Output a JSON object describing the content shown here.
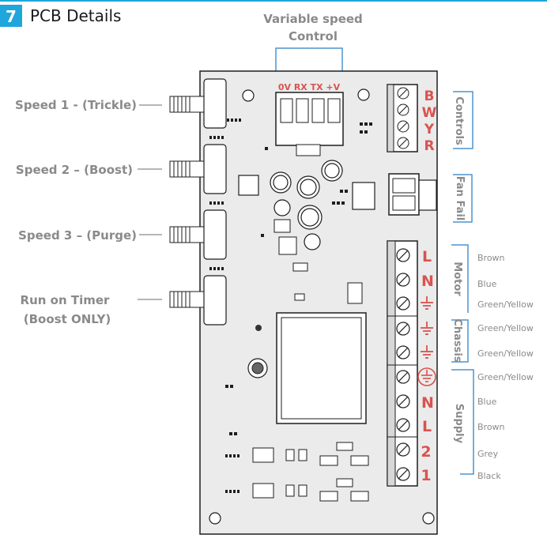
{
  "header": {
    "section_number": "7",
    "title": "PCB Details",
    "accent": "#1fa6dc"
  },
  "colors": {
    "label_grey": "#8a8a8a",
    "terminal_red": "#d9534f",
    "bracket_blue": "#4d94cf",
    "board_fill": "#ebebeb",
    "outline": "#1e1e1e"
  },
  "variable_speed": {
    "line1": "Variable speed",
    "line2": "Control",
    "pins": "0V RX TX +V"
  },
  "speed_controls": [
    {
      "label": "Speed 1 - (Trickle)"
    },
    {
      "label": "Speed 2 – (Boost)"
    },
    {
      "label": "Speed 3 – (Purge)"
    },
    {
      "label": "Run on Timer",
      "label2": "(Boost ONLY)"
    }
  ],
  "controls_terminals": [
    "B",
    "W",
    "Y",
    "R"
  ],
  "groups": {
    "controls": "Controls",
    "fan_fail": "Fan Fail",
    "motor": "Motor",
    "chassis": "Chassis",
    "supply": "Supply"
  },
  "main_terminals": [
    {
      "symbol": "L",
      "wire": "Brown"
    },
    {
      "symbol": "N",
      "wire": "Blue"
    },
    {
      "symbol": "earth",
      "wire": "Green/Yellow"
    },
    {
      "symbol": "earth",
      "wire": "Green/Yellow"
    },
    {
      "symbol": "earth",
      "wire": "Green/Yellow"
    },
    {
      "symbol": "protective-earth",
      "wire": "Green/Yellow"
    },
    {
      "symbol": "N",
      "wire": "Blue"
    },
    {
      "symbol": "L",
      "wire": "Brown"
    },
    {
      "symbol": "2",
      "wire": "Grey"
    },
    {
      "symbol": "1",
      "wire": "Black"
    }
  ]
}
